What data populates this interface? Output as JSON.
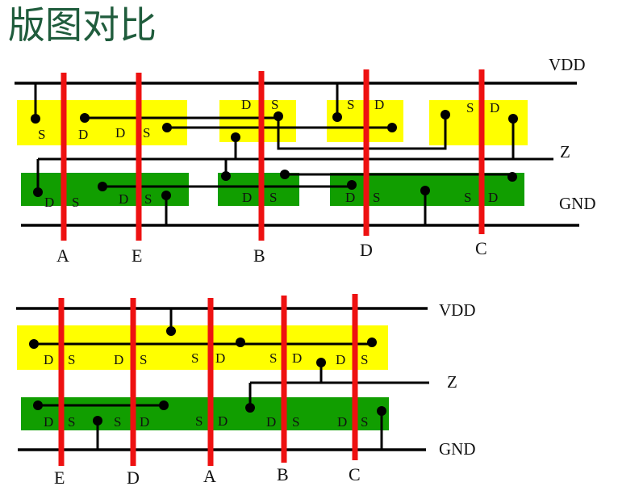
{
  "title": "版图对比",
  "top_layout": {
    "rails": {
      "vdd": "VDD",
      "output": "Z",
      "gnd": "GND"
    },
    "gates": [
      "A",
      "E",
      "B",
      "D",
      "C"
    ],
    "pmos_terminals": [
      "S",
      "D",
      "D",
      "S",
      "D",
      "S",
      "S",
      "D",
      "S",
      "D"
    ],
    "nmos_terminals": [
      "D",
      "S",
      "D",
      "S",
      "D",
      "S",
      "D",
      "S",
      "S",
      "D"
    ]
  },
  "bottom_layout": {
    "rails": {
      "vdd": "VDD",
      "output": "Z",
      "gnd": "GND"
    },
    "gates": [
      "E",
      "D",
      "A",
      "B",
      "C"
    ],
    "pmos_terminals": [
      "D",
      "S",
      "D",
      "S",
      "S",
      "D",
      "S",
      "D",
      "D",
      "S"
    ],
    "nmos_terminals": [
      "D",
      "S",
      "S",
      "D",
      "S",
      "D",
      "D",
      "S",
      "D",
      "S"
    ]
  }
}
